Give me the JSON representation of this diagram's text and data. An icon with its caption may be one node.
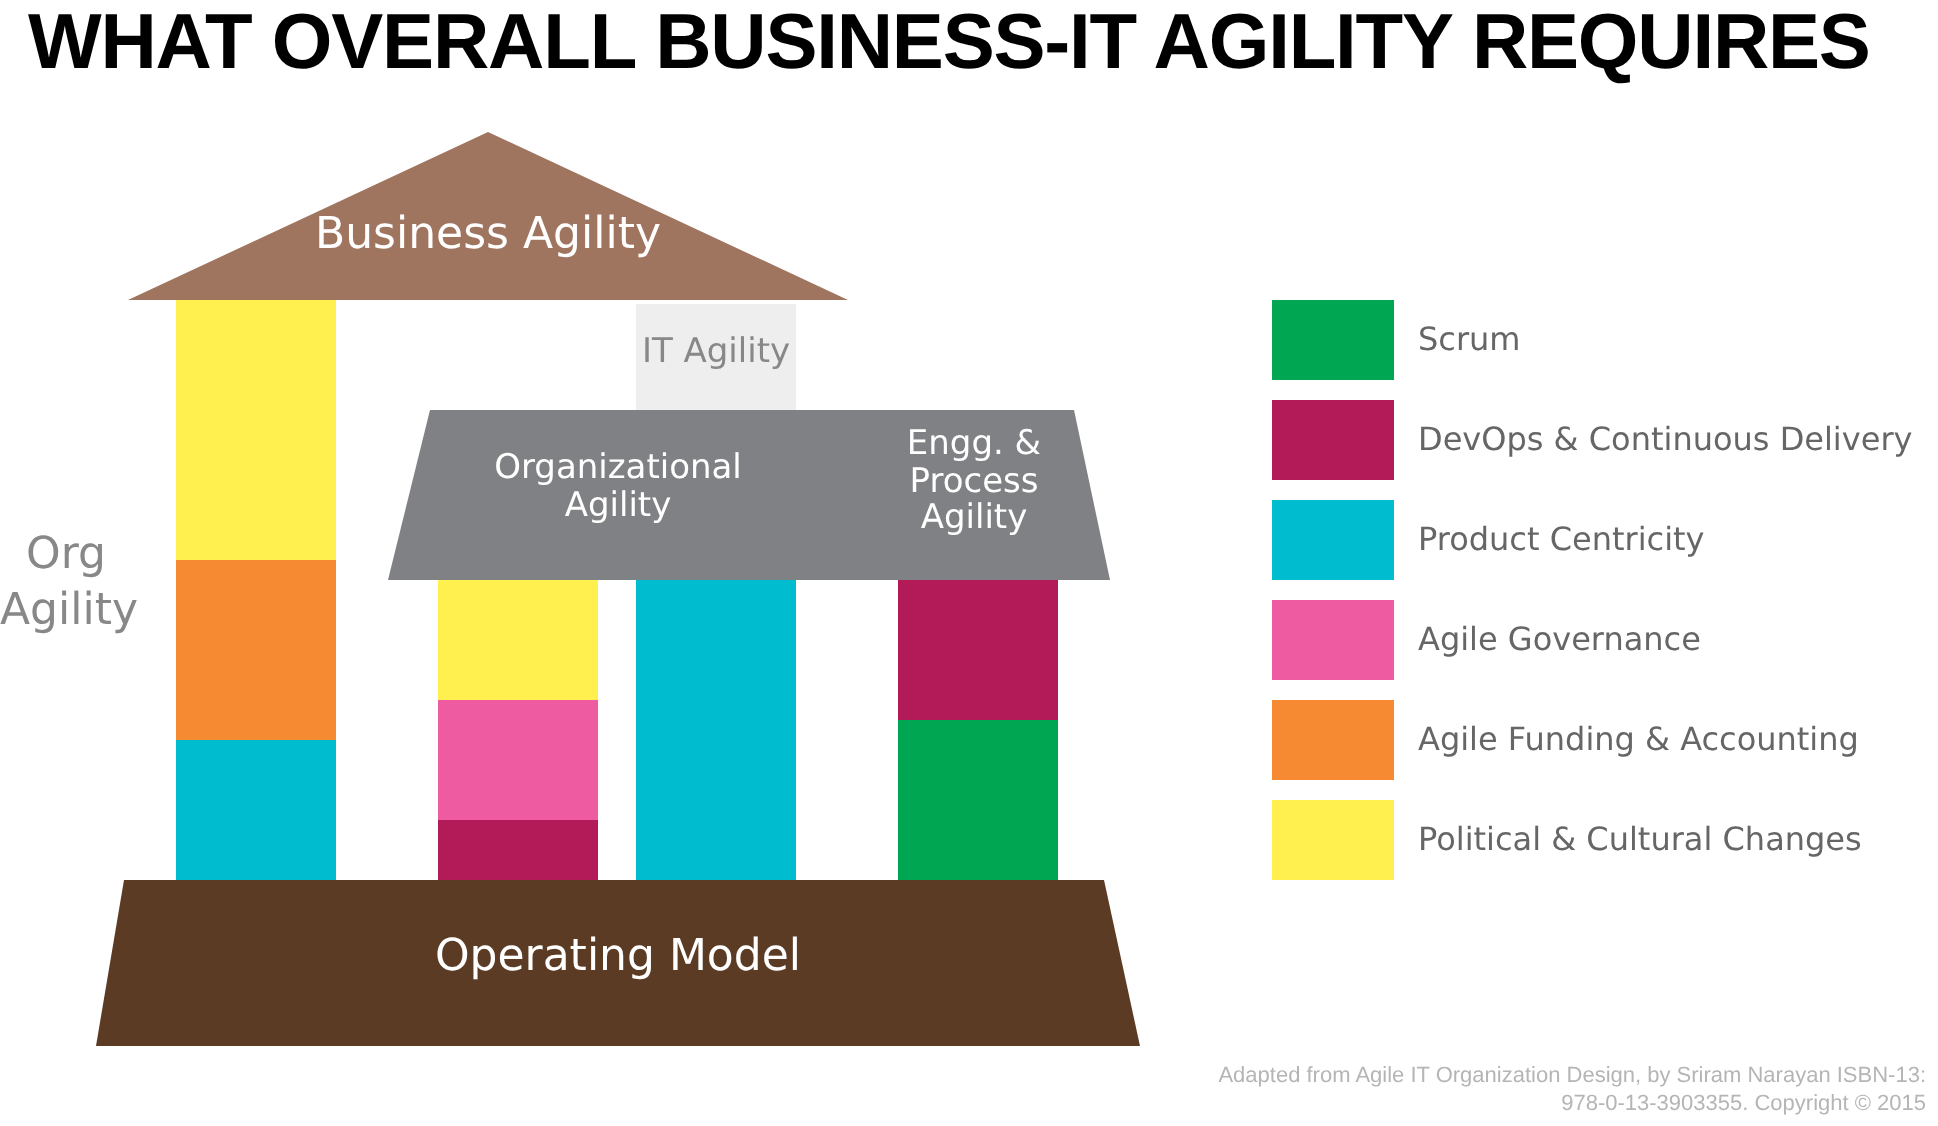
{
  "diagram": {
    "title": "WHAT OVERALL BUSINESS-IT AGILITY REQUIRES",
    "caption": "Adapted from Agile IT Organization Design, by Sriram Narayan ISBN-13: 978-0-13-3903355. Copyright © 2015",
    "nodes": [
      {
        "text": [
          "Business Agility"
        ]
      },
      {
        "text": [
          "IT Agility"
        ]
      },
      {
        "text": [
          "Organizational Agility",
          "Engg. & Process Agility"
        ]
      },
      {
        "text": [
          "Operating Model"
        ]
      }
    ],
    "labels": [
      "Org Agility"
    ],
    "legend": [
      {
        "text": "Scrum",
        "color": "#00a651"
      },
      {
        "text": "DevOps & Continuous Delivery",
        "color": "#b31b58"
      },
      {
        "text": "Product Centricity",
        "color": "#00bccf"
      },
      {
        "text": "Agile Governance",
        "color": "#ef5ba1"
      },
      {
        "text": "Agile Funding & Accounting",
        "color": "#f58a33"
      },
      {
        "text": "Political & Cultural Changes",
        "color": "#fff04f"
      }
    ]
  }
}
